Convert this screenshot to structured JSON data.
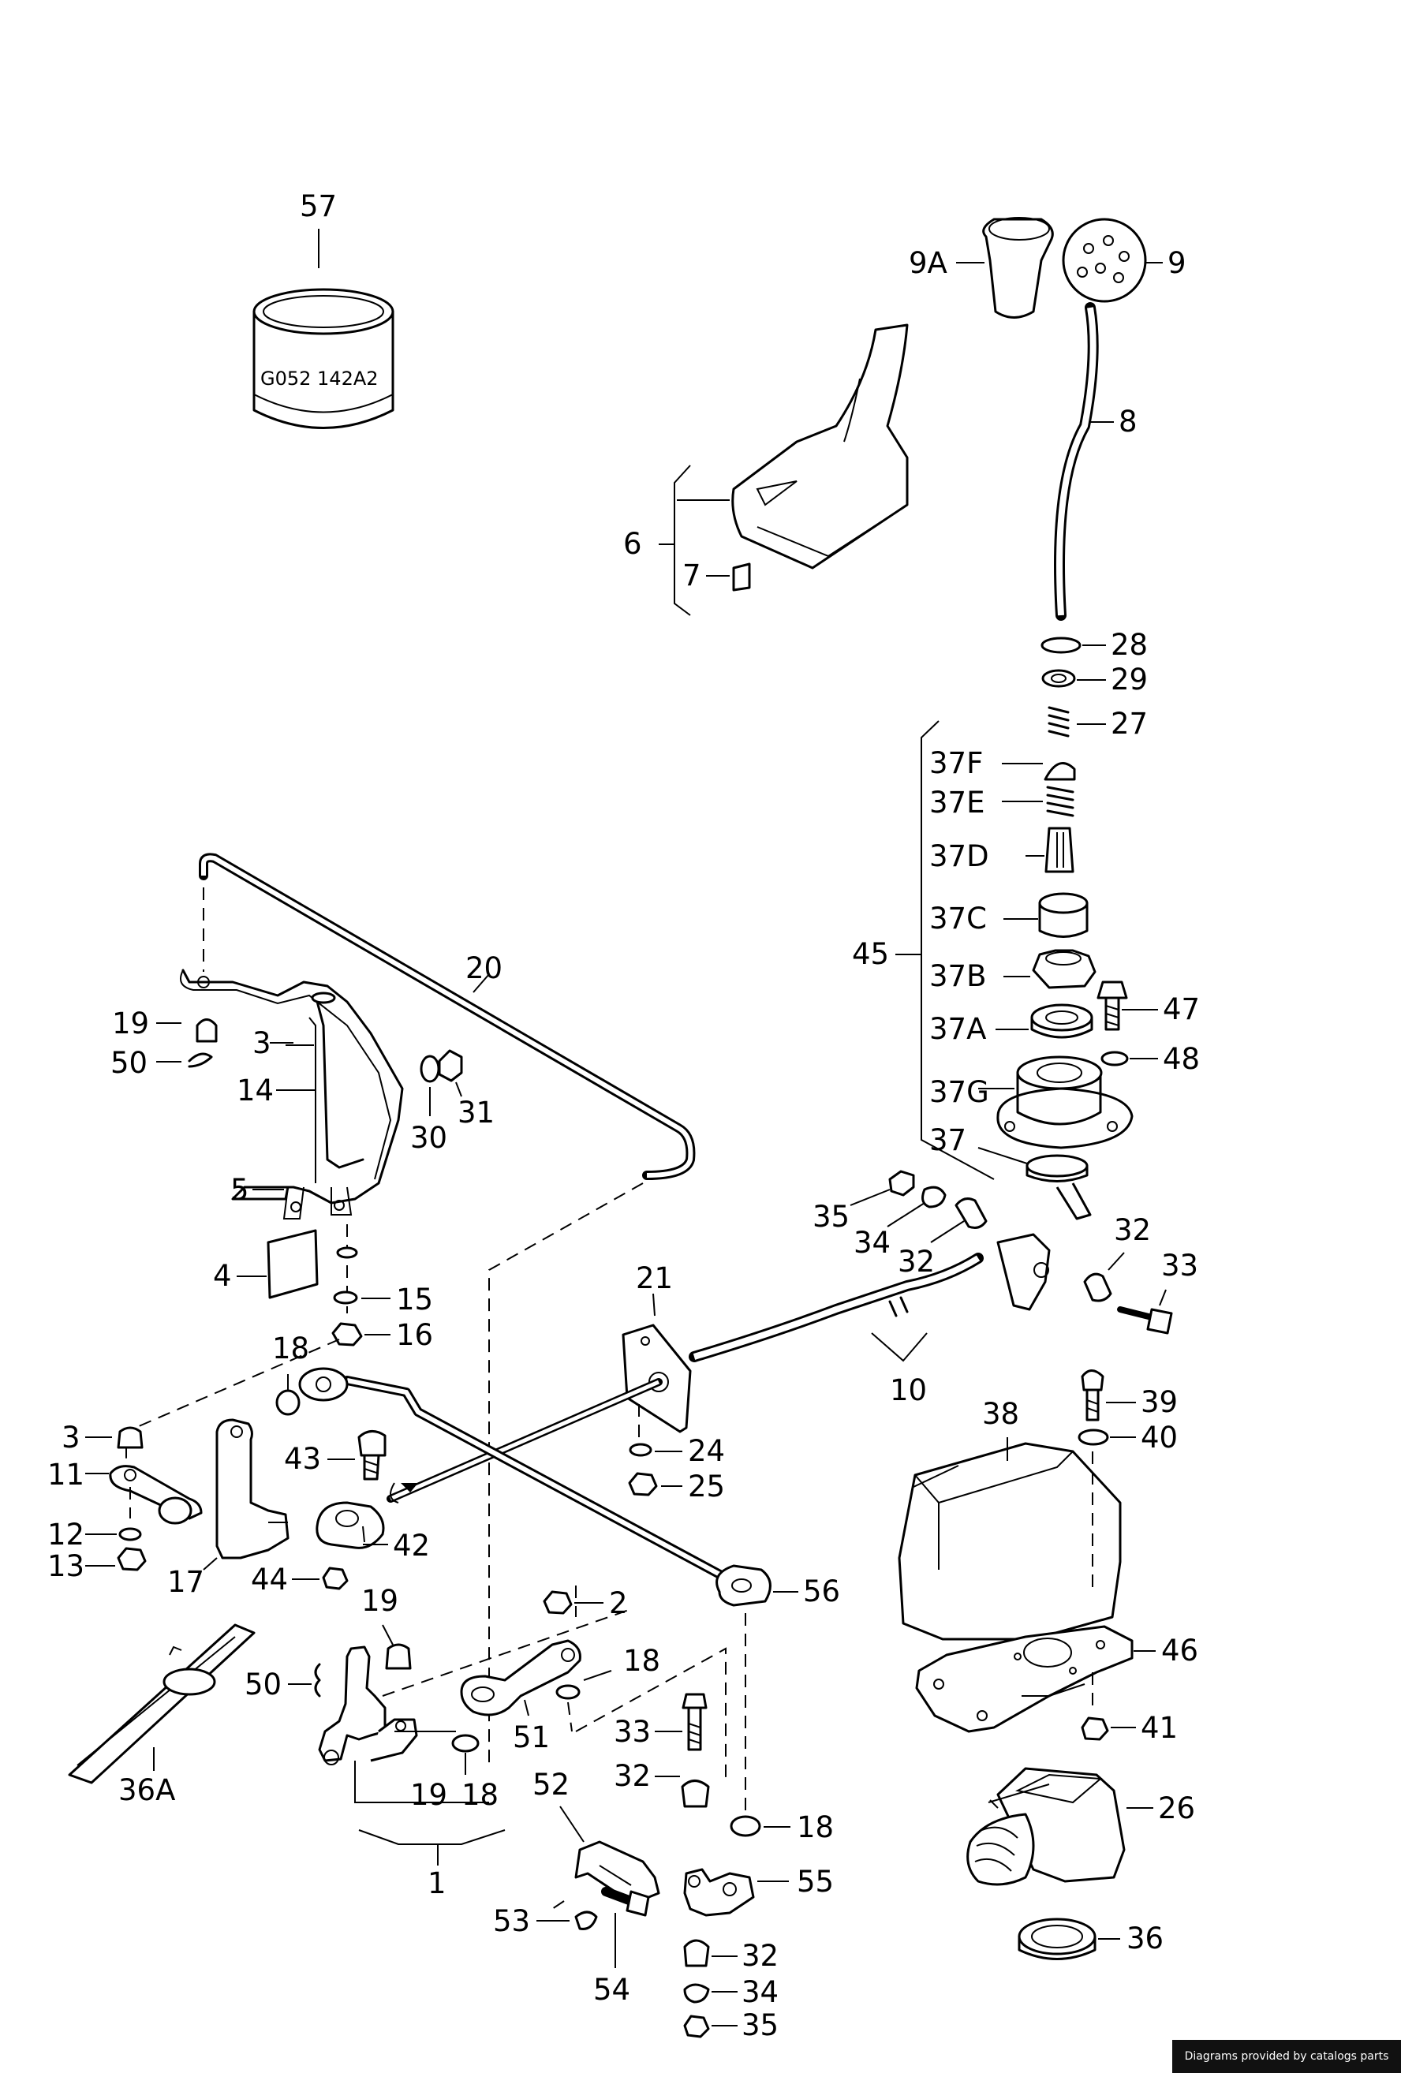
{
  "diagram": {
    "labels": {
      "p1": "1",
      "p2": "2",
      "p3a": "3",
      "p3b": "3",
      "p4": "4",
      "p5": "5",
      "p6": "6",
      "p7": "7",
      "p8": "8",
      "p9": "9",
      "p9a": "9A",
      "p10": "10",
      "p11": "11",
      "p12": "12",
      "p13": "13",
      "p14": "14",
      "p15": "15",
      "p16": "16",
      "p17": "17",
      "p18a": "18",
      "p18b": "18",
      "p18c": "18",
      "p18d": "18",
      "p19a": "19",
      "p19b": "19",
      "p19c": "19",
      "p20": "20",
      "p21": "21",
      "p24": "24",
      "p25": "25",
      "p26": "26",
      "p27": "27",
      "p28": "28",
      "p29": "29",
      "p30": "30",
      "p31": "31",
      "p32a": "32",
      "p32b": "32",
      "p32c": "32",
      "p32d": "32",
      "p33a": "33",
      "p33b": "33",
      "p34a": "34",
      "p34b": "34",
      "p35a": "35",
      "p35b": "35",
      "p36": "36",
      "p36a": "36A",
      "p37": "37",
      "p37a": "37A",
      "p37b": "37B",
      "p37c": "37C",
      "p37d": "37D",
      "p37e": "37E",
      "p37f": "37F",
      "p37g": "37G",
      "p38": "38",
      "p39": "39",
      "p40": "40",
      "p41": "41",
      "p42": "42",
      "p43": "43",
      "p44": "44",
      "p45": "45",
      "p46": "46",
      "p47": "47",
      "p48": "48",
      "p50a": "50",
      "p50b": "50",
      "p51": "51",
      "p52": "52",
      "p53": "53",
      "p54": "54",
      "p55": "55",
      "p56": "56",
      "p57": "57"
    },
    "can_marking": "G052 142A2",
    "footer": "Diagrams provided by catalogs parts"
  }
}
